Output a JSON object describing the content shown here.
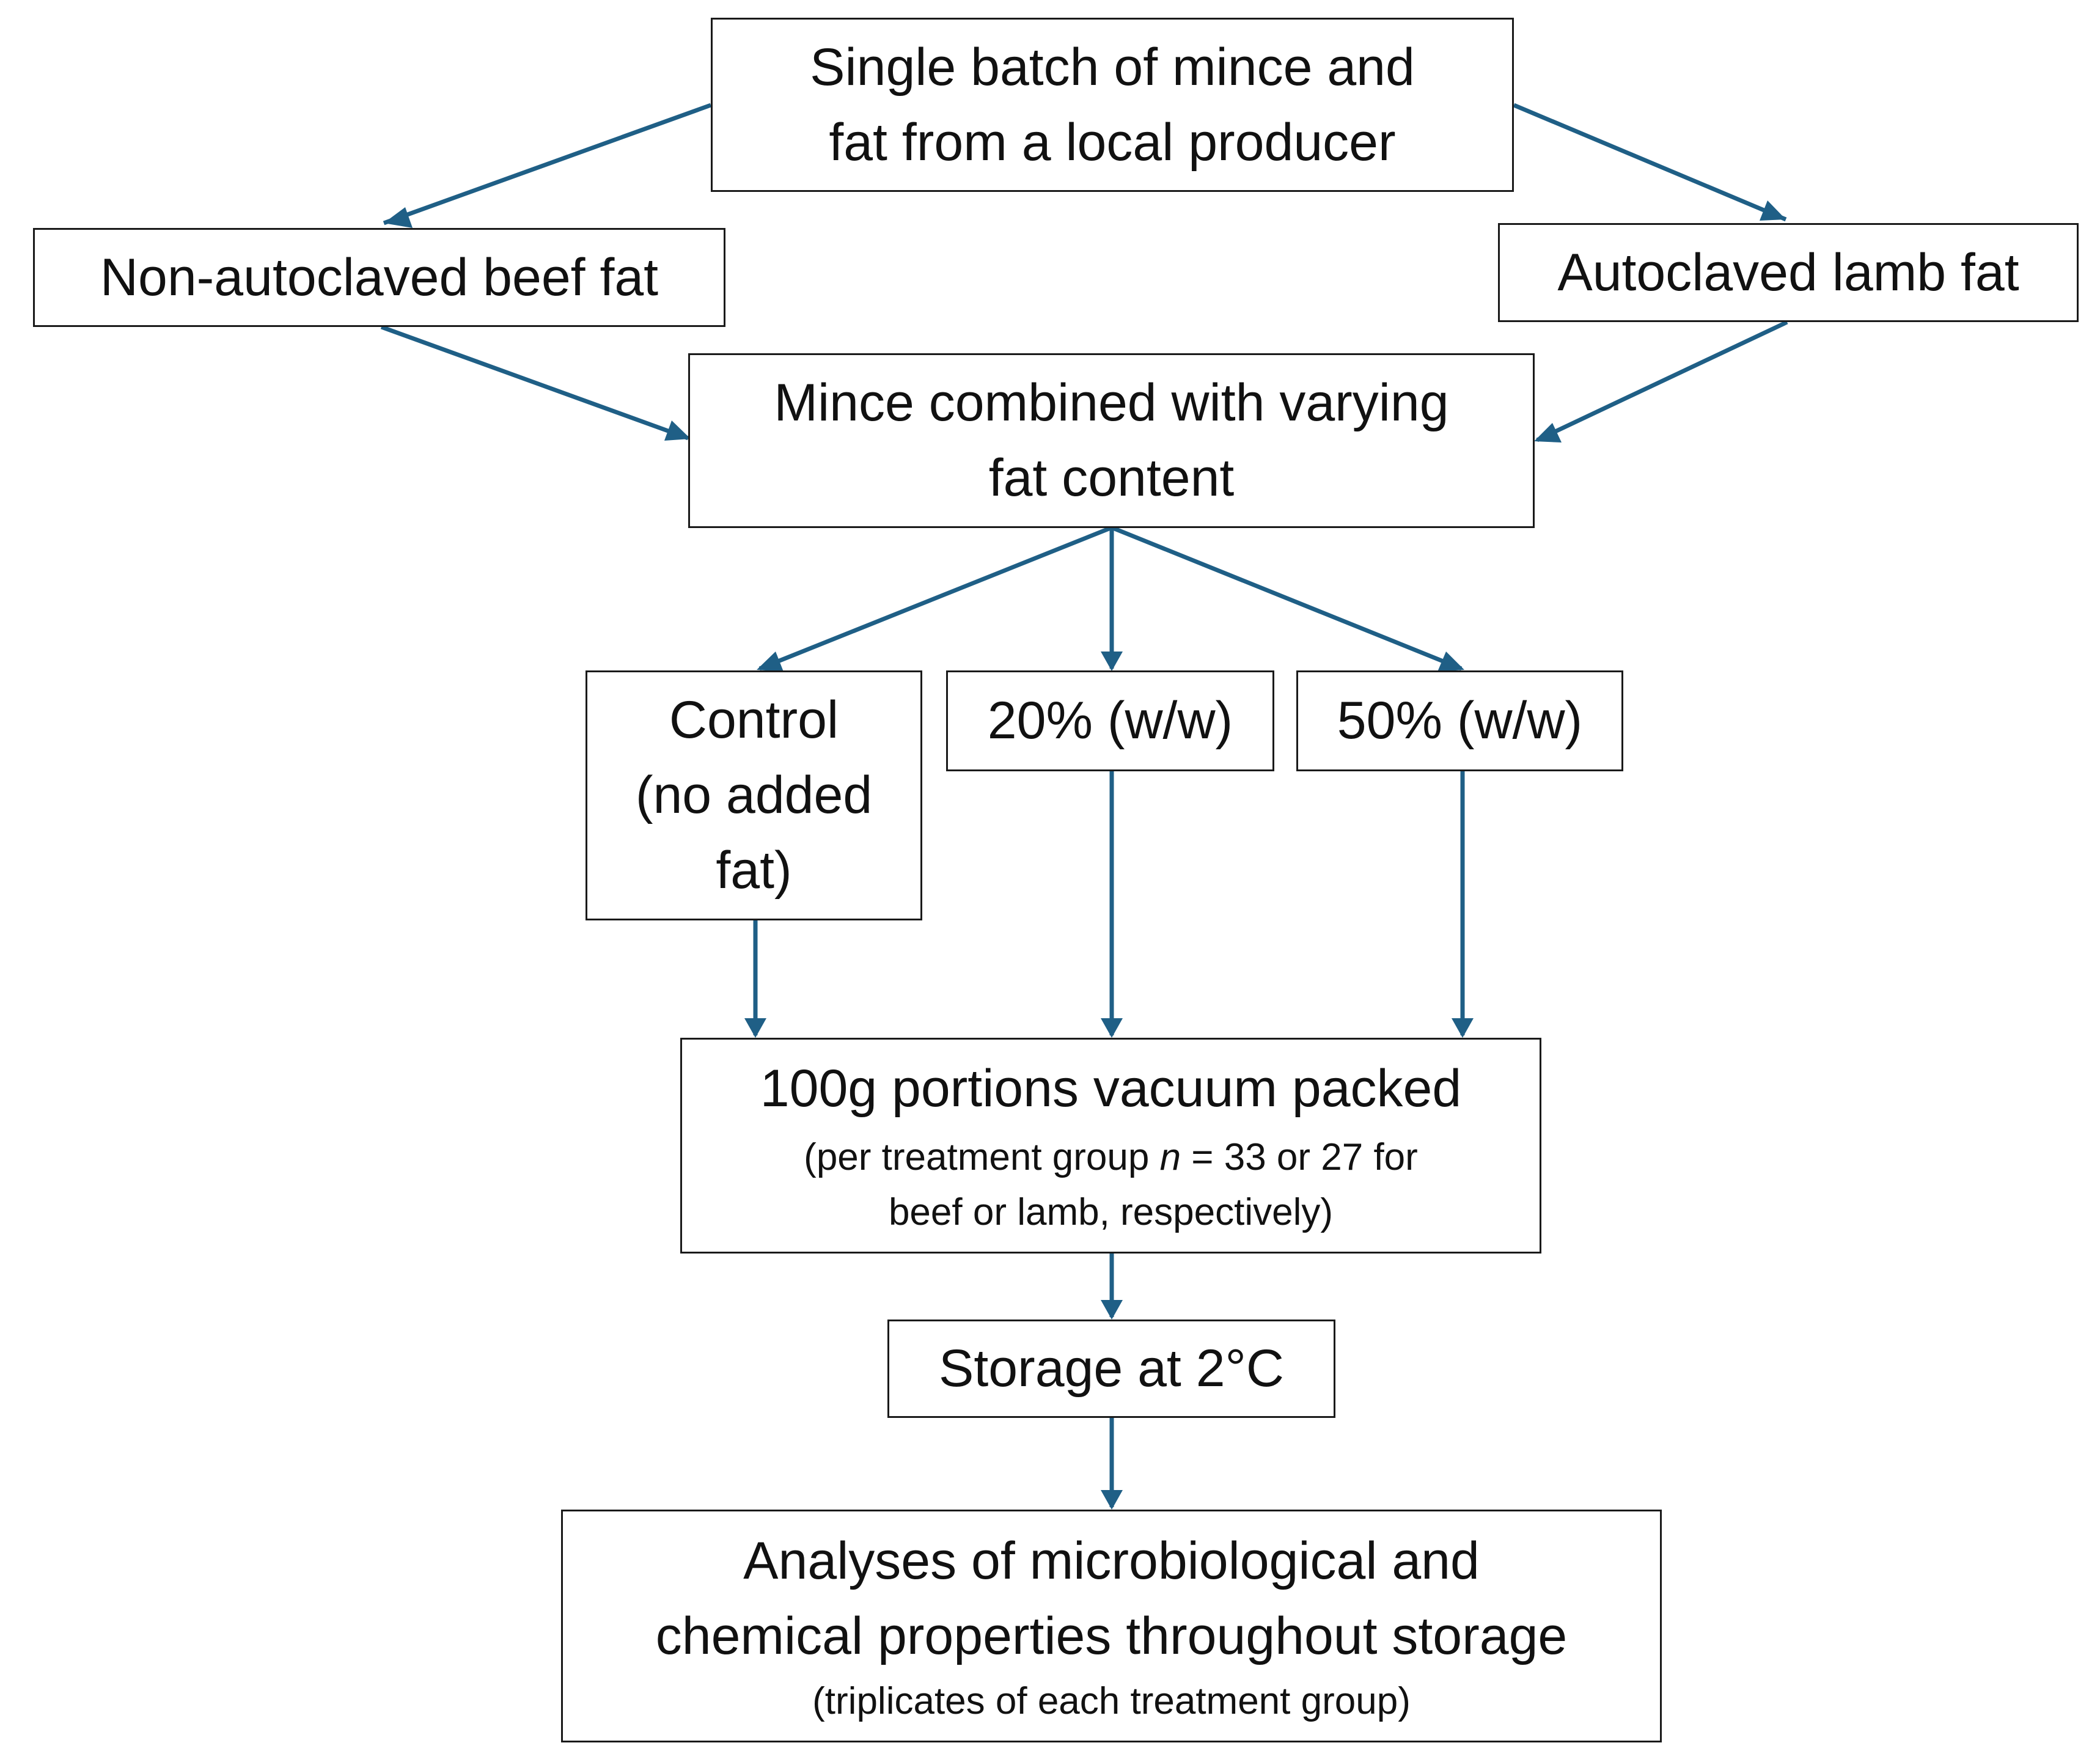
{
  "nodes": {
    "source": {
      "lines": [
        "Single batch of mince and",
        "fat from a local producer"
      ]
    },
    "beef": {
      "text": "Non-autoclaved beef fat"
    },
    "lamb": {
      "text": "Autoclaved lamb fat"
    },
    "combined": {
      "lines": [
        "Mince combined with varying",
        "fat content"
      ]
    },
    "control": {
      "lines": [
        "Control",
        "(no added",
        "fat)"
      ]
    },
    "pct20": {
      "text": "20% (w/w)"
    },
    "pct50": {
      "text": "50% (w/w)"
    },
    "portions": {
      "title": "100g portions vacuum packed",
      "note_before": "(per treatment group ",
      "note_var": "n",
      "note_after": " = 33 or 27 for",
      "note_line2": "beef or lamb, respectively)"
    },
    "storage": {
      "text": "Storage at 2°C"
    },
    "analyses": {
      "lines": [
        "Analyses of microbiological and",
        "chemical properties throughout storage"
      ],
      "note": "(triplicates of each treatment group)"
    }
  },
  "colors": {
    "arrow": "#1f5f86",
    "border": "#1a1a1a",
    "text": "#111111"
  }
}
